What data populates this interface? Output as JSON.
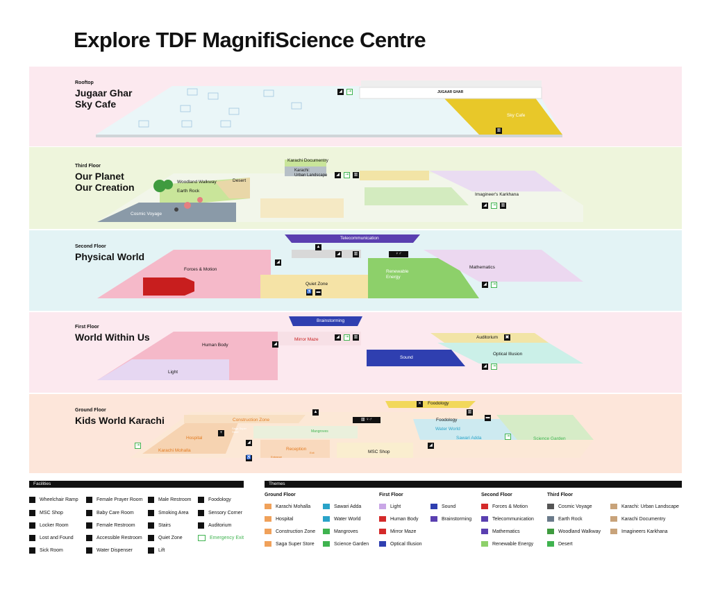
{
  "title": "Explore TDF MagnifiScience Centre",
  "floors": [
    {
      "sub": "Rooftop",
      "name": "Jugaar Ghar\nSky Cafe",
      "band_color": "#fce9ef",
      "zones": [
        "JUGAAR GHAR",
        "Sky Cafe"
      ]
    },
    {
      "sub": "Third Floor",
      "name": "Our Planet\nOur Creation",
      "band_color": "#eef5dc",
      "zones": [
        "Karachi Documentry",
        "Karachi: Urban Landscape",
        "Woodland Walkway",
        "Desert",
        "Earth Rock",
        "Cosmic Voyage",
        "Imagineer's Karkhana"
      ]
    },
    {
      "sub": "Second Floor",
      "name": "Physical World",
      "band_color": "#e3f3f5",
      "zones": [
        "Telecommunication",
        "Forces & Motion",
        "Quiet Zone",
        "Renewable Energy",
        "Mathematics"
      ]
    },
    {
      "sub": "First Floor",
      "name": "World Within Us",
      "band_color": "#fce9ef",
      "zones": [
        "Brainstorming",
        "Mirror Maze",
        "Human Body",
        "Light",
        "Sound",
        "Auditorium",
        "Optical Illusion"
      ]
    },
    {
      "sub": "Ground Floor",
      "name": "Kids World Karachi",
      "band_color": "#fde6da",
      "zones": [
        "Construction Zone",
        "Foodology",
        "Foodology",
        "Hospital",
        "Karachi Mohalla",
        "Saga Super Store",
        "Mangroves",
        "Reception",
        "Entrance",
        "Exit",
        "MSC Shop",
        "Water World",
        "Sawari Adda",
        "Science Garden"
      ]
    }
  ],
  "facilities": {
    "heading": "Facilities",
    "items": [
      "Wheelchair Ramp",
      "MSC Shop",
      "Locker Room",
      "Lost and Found",
      "Sick Room",
      "Female Prayer Room",
      "Baby Care Room",
      "Female Restroom",
      "Accessible Restroom",
      "Water Dispenser",
      "Male Restroom",
      "Smoking Area",
      "Stairs",
      "Quiet Zone",
      "Lift",
      "Foodology",
      "Sensory Corner",
      "Auditorium",
      "Emergency Exit"
    ]
  },
  "themes": {
    "heading": "Themes",
    "groups": [
      {
        "floor": "Ground Floor",
        "items": [
          "Karachi Mohalla",
          "Hospital",
          "Construction Zone",
          "Saga Super Store",
          "Sawari Adda",
          "Water World",
          "Mangroves",
          "Science Garden"
        ]
      },
      {
        "floor": "First Floor",
        "items": [
          "Light",
          "Human Body",
          "Mirror Maze",
          "Optical Illusion",
          "Sound",
          "Brainstorming"
        ]
      },
      {
        "floor": "Second Floor",
        "items": [
          "Forces & Motion",
          "Telecommunication",
          "Mathematics",
          "Renewable Energy"
        ]
      },
      {
        "floor": "Third Floor",
        "items": [
          "Cosmic Voyage",
          "Earth Rock",
          "Woodland Walkway",
          "Desert",
          "Karachi: Urban Landscape",
          "Karachi Documentry",
          "Imagineers Karkhana"
        ]
      }
    ]
  },
  "colors": {
    "emergency_exit": "#3fb34f",
    "sky_cafe": "#e8c829",
    "purple_zone": "#5a3fb0",
    "blue_zone": "#2f3fb0",
    "red_zone": "#d42a2a",
    "green_zone": "#8dd06a",
    "orange_zone": "#f0a15a"
  }
}
